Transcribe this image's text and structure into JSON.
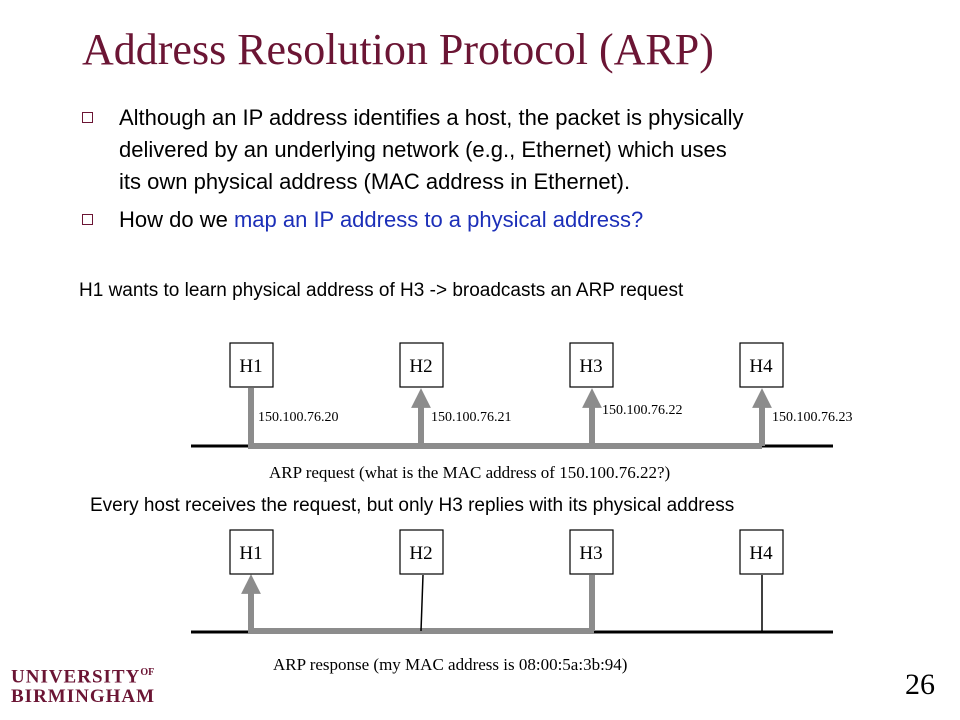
{
  "slide": {
    "title": "Address Resolution Protocol (ARP)",
    "bullets": [
      {
        "lines": [
          "Although an IP address identifies a host, the packet is physically",
          "delivered by an underlying network (e.g., Ethernet) which uses",
          "its own physical address (MAC address in Ethernet)."
        ]
      },
      {
        "prefix": "How do we ",
        "highlight": "map an IP address to a physical address?"
      }
    ],
    "accent_color": "#6b1534",
    "highlight_color": "#1c2fb8",
    "page_number": "26"
  },
  "diagram_top": {
    "caption": "H1 wants to learn physical address of H3 -> broadcasts an ARP request",
    "hosts": [
      "H1",
      "H2",
      "H3",
      "H4"
    ],
    "ip_addresses": [
      "150.100.76.20",
      "150.100.76.21",
      "150.100.76.22",
      "150.100.76.23"
    ],
    "bus_label": "ARP request (what is the MAC address of 150.100.76.22?)"
  },
  "diagram_bottom": {
    "caption": "Every host receives the request, but only H3 replies with its physical address",
    "hosts": [
      "H1",
      "H2",
      "H3",
      "H4"
    ],
    "bus_label": "ARP response (my MAC address is 08:00:5a:3b:94)"
  },
  "logo": {
    "line1": "UNIVERSITY",
    "of": "OF",
    "line2": "BIRMINGHAM"
  }
}
